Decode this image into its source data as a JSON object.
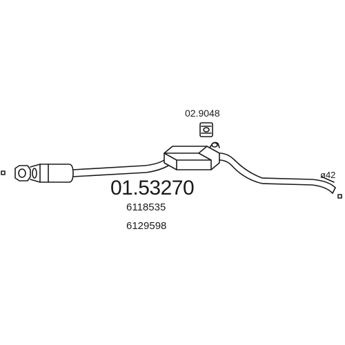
{
  "parts": {
    "main_part_number": "01.53270",
    "oem_numbers": [
      "6118535",
      "6129598"
    ],
    "hanger_part_number": "02.9048",
    "outlet_diameter": "ø42"
  },
  "colors": {
    "line": "#1a1a1a",
    "background": "#ffffff"
  }
}
